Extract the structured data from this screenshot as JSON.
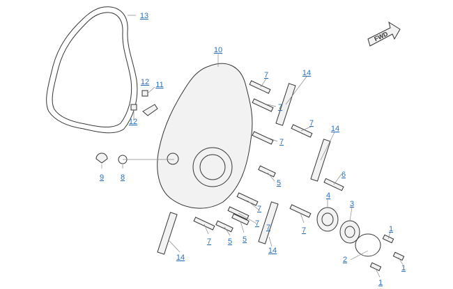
{
  "callouts": {
    "c1a": "1",
    "c1b": "1",
    "c1c": "1",
    "c2": "2",
    "c3": "3",
    "c4": "4",
    "c5a": "5",
    "c5b": "5",
    "c5c": "5",
    "c6": "6",
    "c7a": "7",
    "c7b": "7",
    "c7c": "7",
    "c7d": "7",
    "c7e": "7",
    "c7f": "7",
    "c7g": "7",
    "c7h": "7",
    "c7i": "7",
    "c8": "8",
    "c9": "9",
    "c10": "10",
    "c11": "11",
    "c12a": "12",
    "c12b": "12",
    "c13": "13",
    "c14a": "14",
    "c14b": "14",
    "c14c": "14",
    "c14d": "14"
  },
  "fwd_label": "FWD",
  "colors": {
    "callout": "#2a6fb5",
    "line": "#333333",
    "leader": "#888888"
  }
}
